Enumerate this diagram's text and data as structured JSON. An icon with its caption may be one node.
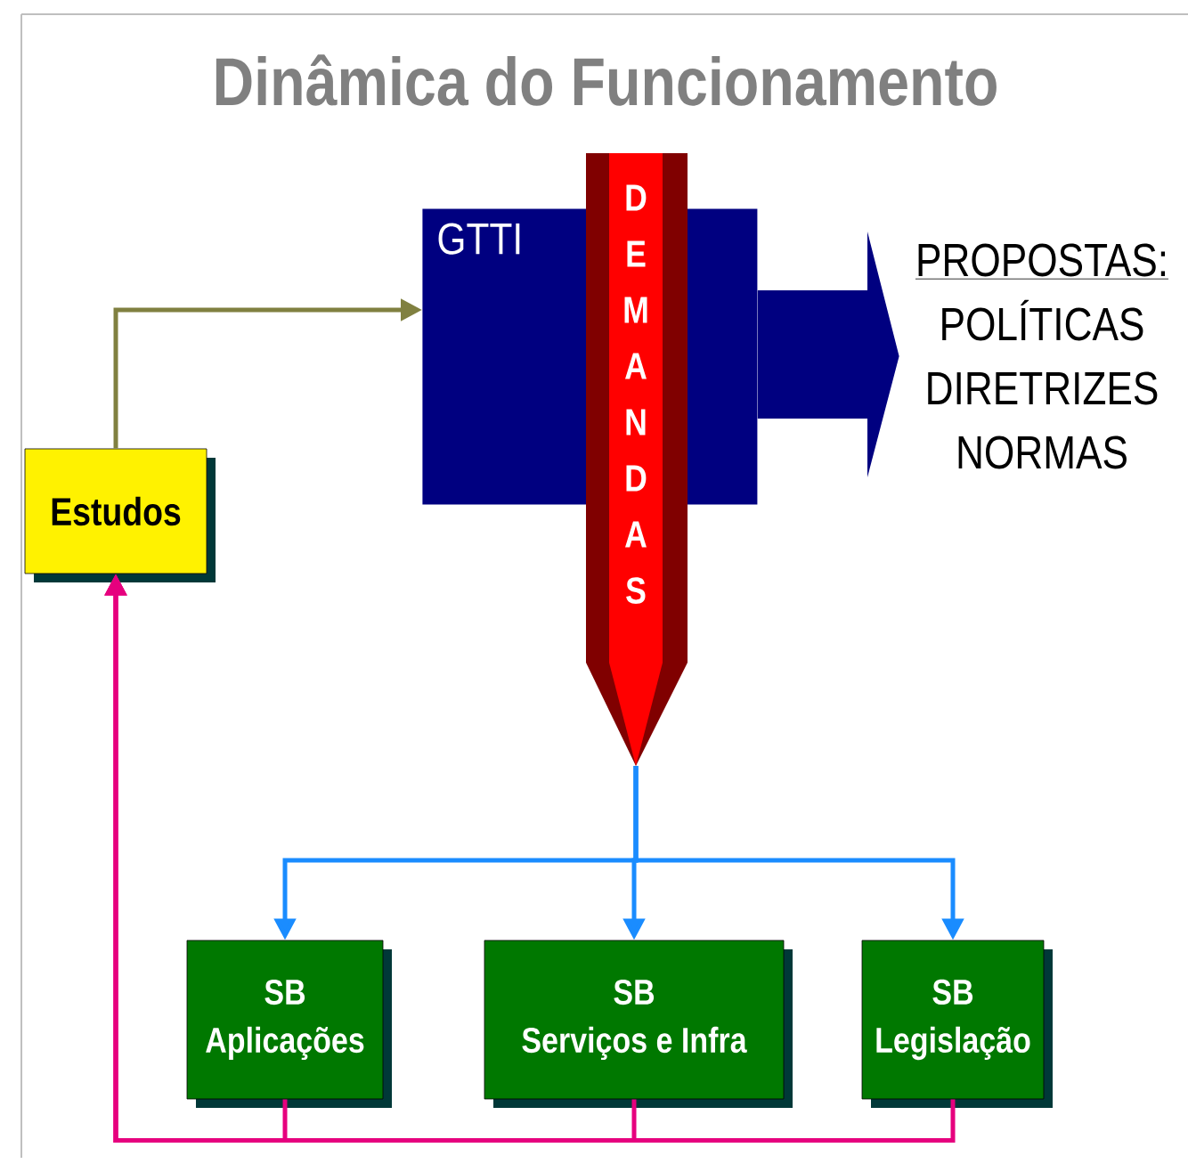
{
  "diagram": {
    "title": "Dinâmica do Funcionamento",
    "nodes": [
      {
        "text": [
          "GTTI"
        ]
      },
      {
        "text": [
          "DEMANDAS"
        ]
      },
      {
        "text": [
          "PROPOSTAS:",
          "POLÍTICAS DIRETRIZES NORMAS"
        ]
      },
      {
        "text": [
          "Estudos"
        ]
      },
      {
        "text": [
          "SB",
          "Aplicações"
        ]
      },
      {
        "text": [
          "SB",
          "Serviços e Infra"
        ]
      },
      {
        "text": [
          "SB",
          "Legislação"
        ]
      }
    ],
    "edges": [
      {
        "from": 3,
        "to": 0,
        "arrow": "to",
        "color": "#808040"
      },
      {
        "from": 0,
        "to": 2,
        "arrow": "to",
        "style": "thick",
        "color": "#000080"
      },
      {
        "from": 1,
        "to": 4,
        "arrow": "to",
        "color": "#1a8cff"
      },
      {
        "from": 1,
        "to": 5,
        "arrow": "to",
        "color": "#1a8cff"
      },
      {
        "from": 1,
        "to": 6,
        "arrow": "to",
        "color": "#1a8cff"
      },
      {
        "from": 4,
        "to": 3,
        "arrow": "to",
        "color": "#e6007e"
      },
      {
        "from": 5,
        "to": 3,
        "arrow": "to",
        "color": "#e6007e"
      },
      {
        "from": 6,
        "to": 3,
        "arrow": "to",
        "color": "#e6007e"
      }
    ]
  }
}
